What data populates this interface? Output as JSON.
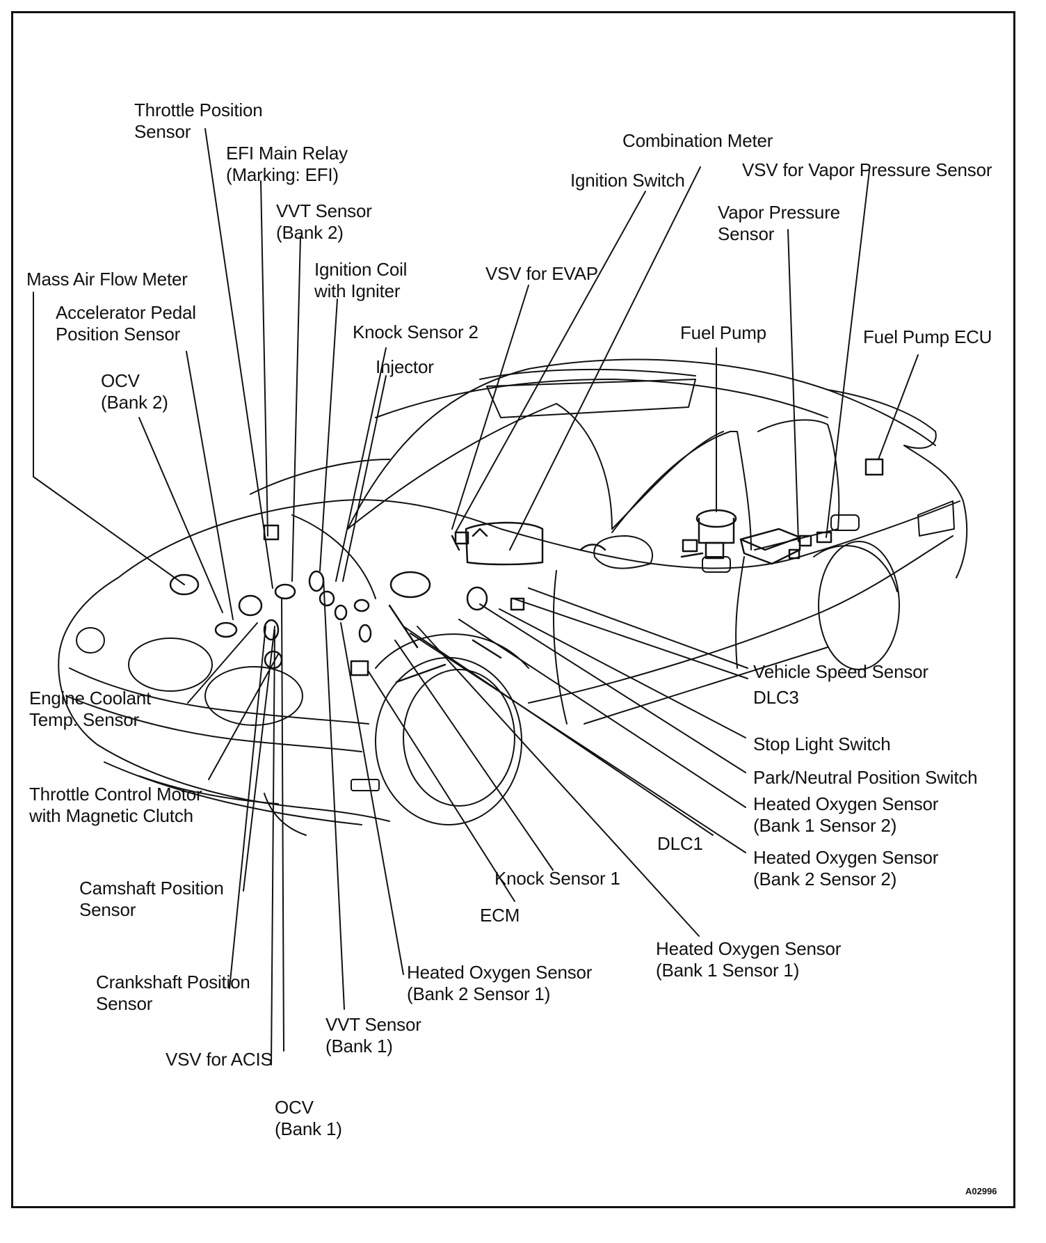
{
  "figure_code": "A02996",
  "labels": {
    "throttle_position_sensor": [
      "Throttle Position",
      "Sensor"
    ],
    "efi_main_relay": [
      "EFI Main Relay",
      "(Marking: EFI)"
    ],
    "vvt_sensor_bank2": [
      "VVT Sensor",
      "(Bank 2)"
    ],
    "ignition_coil": [
      "Ignition Coil",
      "with Igniter"
    ],
    "mass_air_flow_meter": [
      "Mass Air Flow Meter"
    ],
    "accelerator_pedal_position_sensor": [
      "Accelerator Pedal",
      "Position Sensor"
    ],
    "knock_sensor_2": [
      "Knock Sensor 2"
    ],
    "injector": [
      "Injector"
    ],
    "ocv_bank2": [
      "OCV",
      "(Bank 2)"
    ],
    "vsv_for_evap": [
      "VSV for EVAP"
    ],
    "ignition_switch": [
      "Ignition Switch"
    ],
    "combination_meter": [
      "Combination Meter"
    ],
    "vsv_vapor_pressure_sensor": [
      "VSV for Vapor Pressure Sensor"
    ],
    "vapor_pressure_sensor": [
      "Vapor Pressure",
      "Sensor"
    ],
    "fuel_pump": [
      "Fuel Pump"
    ],
    "fuel_pump_ecu": [
      "Fuel Pump ECU"
    ],
    "vehicle_speed_sensor": [
      "Vehicle Speed Sensor"
    ],
    "dlc3": [
      "DLC3"
    ],
    "stop_light_switch": [
      "Stop Light Switch"
    ],
    "park_neutral_position_switch": [
      "Park/Neutral Position Switch"
    ],
    "ho2s_bank1_sensor2": [
      "Heated Oxygen Sensor",
      "(Bank 1 Sensor 2)"
    ],
    "dlc1": [
      "DLC1"
    ],
    "ho2s_bank2_sensor2": [
      "Heated Oxygen Sensor",
      "(Bank 2 Sensor 2)"
    ],
    "knock_sensor_1": [
      "Knock Sensor 1"
    ],
    "ecm": [
      "ECM"
    ],
    "ho2s_bank1_sensor1": [
      "Heated Oxygen Sensor",
      "(Bank 1 Sensor 1)"
    ],
    "ho2s_bank2_sensor1": [
      "Heated Oxygen Sensor",
      "(Bank 2 Sensor 1)"
    ],
    "engine_coolant_temp_sensor": [
      "Engine Coolant",
      "Temp. Sensor"
    ],
    "throttle_control_motor": [
      "Throttle Control Motor",
      "with Magnetic Clutch"
    ],
    "camshaft_position_sensor": [
      "Camshaft Position",
      "Sensor"
    ],
    "crankshaft_position_sensor": [
      "Crankshaft Position",
      "Sensor"
    ],
    "vsv_for_acis": [
      "VSV for ACIS"
    ],
    "vvt_sensor_bank1": [
      "VVT Sensor",
      "(Bank 1)"
    ],
    "ocv_bank1": [
      "OCV",
      "(Bank 1)"
    ]
  }
}
